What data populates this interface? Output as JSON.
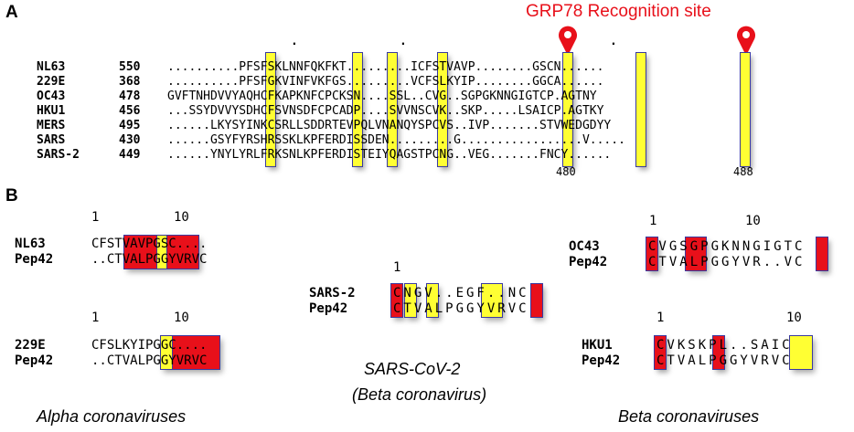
{
  "panel_a": {
    "label": "A",
    "site_title": "GRP78 Recognition site",
    "rows": [
      {
        "name": "NL63",
        "start": "550",
        "seq": "..........PFSFSKLNNFQKFKT.........ICFSTVAVP........GSCN......"
      },
      {
        "name": "229E",
        "start": "368",
        "seq": "..........PFSFGKVINFVKFGS.........VCFSLKYIP........GGCA......"
      },
      {
        "name": "OC43",
        "start": "478",
        "seq": "GVFTNHDVVYAQHCFKAPKNFCPCKSN....SSL..CVG..SGPGKNNGIGTCP.AGTNY"
      },
      {
        "name": "HKU1",
        "start": "456",
        "seq": "...SSYDVVYSDHCFSVNSDFCPCADP....SVVNSCVK..SKP.....LSAICP.AGTKY"
      },
      {
        "name": "MERS",
        "start": "495",
        "seq": "......LKYSYINKCSRLLSDDRTEVPQLVNANQYSPCVS..IVP.......STVWEDGDYY"
      },
      {
        "name": "SARS",
        "start": "430",
        "seq": "......GSYFYRSHRSSKLKPFERDISSDEN.........G.................V....."
      },
      {
        "name": "SARS-2",
        "start": "449",
        "seq": "......YNYLYRLFRKSNLKPFERDISTEIYQAGSTPCNG..VEG.......FNCY......"
      }
    ],
    "positions": [
      "480",
      "488"
    ],
    "conserved_dots": [
      ".",
      ".",
      "."
    ]
  },
  "panel_b": {
    "label": "B",
    "nl63": {
      "name1": "NL63",
      "name2": "Pep42",
      "seq1": "CFSTVAVPGSC....",
      "seq2": "..CTVALPGGYVRVC",
      "num1": "1",
      "num10": "10"
    },
    "e229": {
      "name1": "229E",
      "name2": "Pep42",
      "seq1": "CFSLKYIPGGC....",
      "seq2": "..CTVALPGGYVRVC",
      "num1": "1",
      "num10": "10"
    },
    "sars2": {
      "name1": "SARS-2",
      "name2": "Pep42",
      "seq1": "CNGV..EGF..NC",
      "seq2": "CTVALPGGYVRVC",
      "num1": "1"
    },
    "oc43": {
      "name1": "OC43",
      "name2": "Pep42",
      "seq1": "CVGSGPGKNNGIGTC",
      "seq2": "CTVALPGGYVR..VC",
      "num1": "1",
      "num10": "10"
    },
    "hku1": {
      "name1": "HKU1",
      "name2": "Pep42",
      "seq1": "CVKSKPL..SAIC",
      "seq2": "CTVALPGGYVRVC",
      "num1": "1",
      "num10": "10"
    },
    "caption_sars2_line1": "SARS-CoV-2",
    "caption_sars2_line2": "(Beta coronavirus)",
    "caption_alpha": "Alpha coronaviruses",
    "caption_beta": "Beta coronaviruses"
  },
  "colors": {
    "red": "#e8101a",
    "yellow": "#ffff33",
    "frame": "#3a3aa0"
  }
}
